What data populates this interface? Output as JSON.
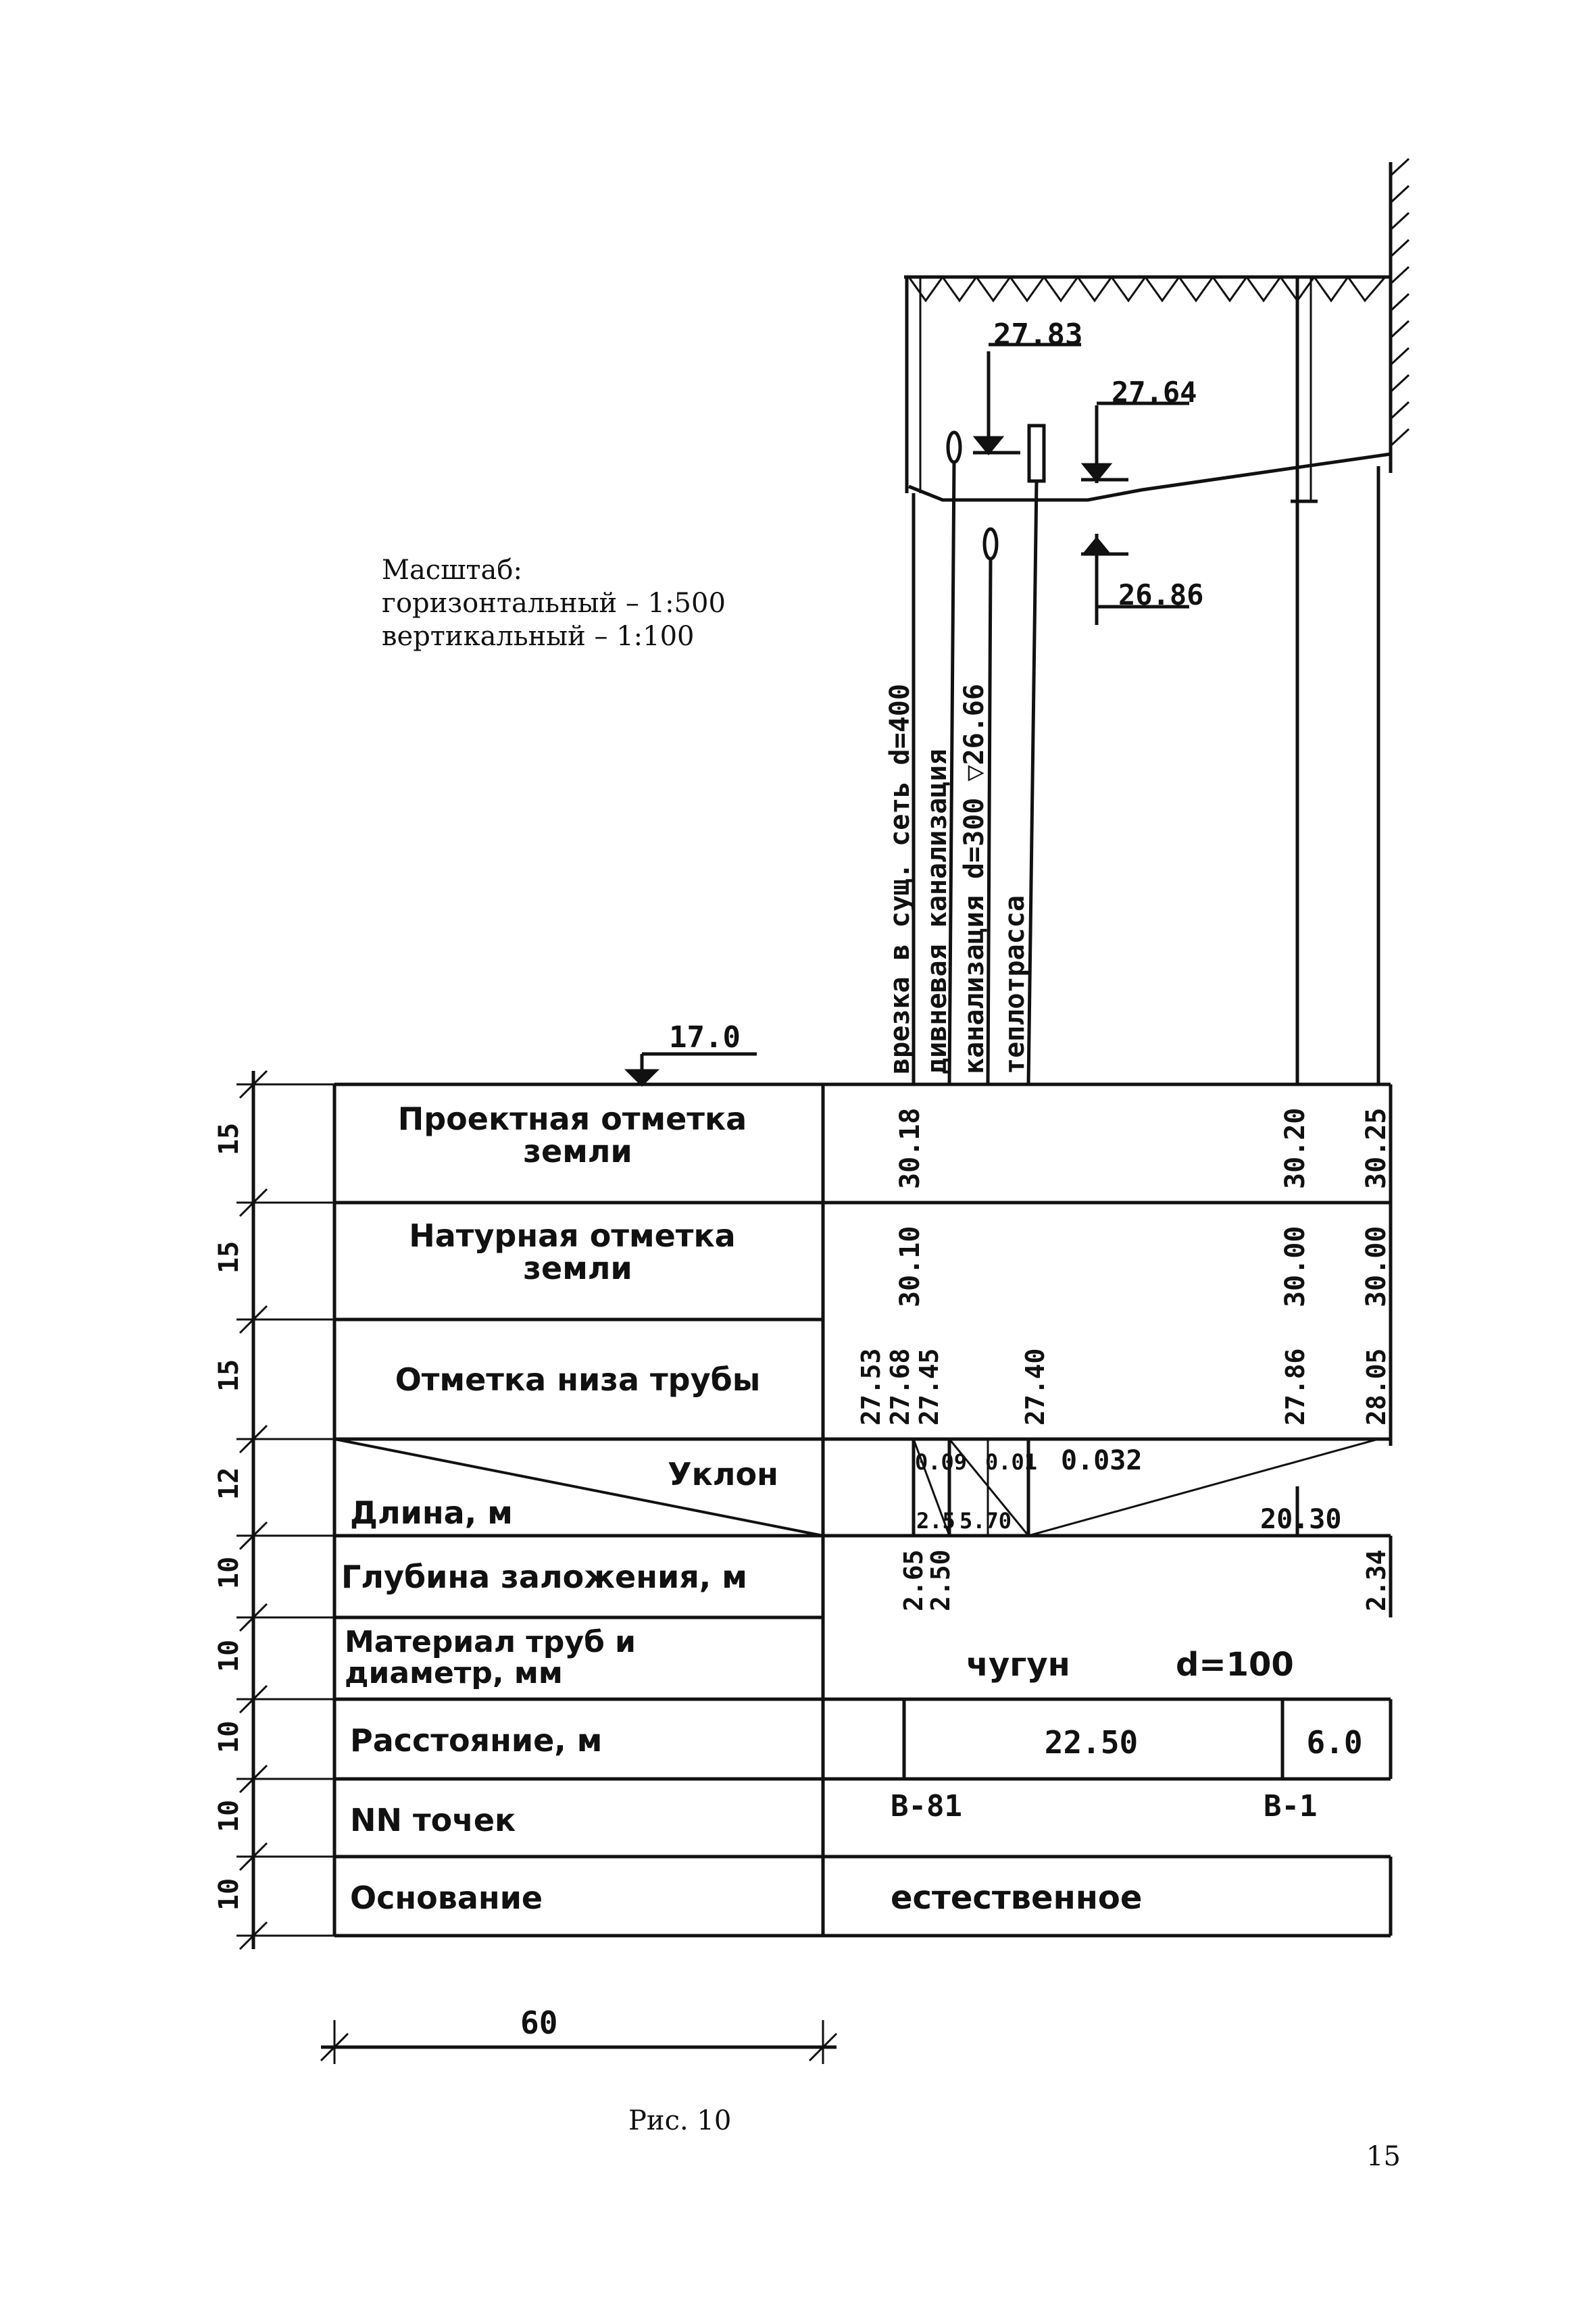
{
  "scale": {
    "title": "Масштаб:",
    "horizontal": "горизонтальный  –  1:500",
    "vertical": "вертикальный     –  1:100"
  },
  "profile": {
    "elevations": [
      "27.83",
      "27.64",
      "26.86"
    ],
    "offset_label": "17.0",
    "network_labels": [
      "врезка в сущ. сеть  d=400",
      "дивневая канализация",
      "канализация  d=300 ▽26.66",
      "теплотрасса"
    ]
  },
  "table": {
    "rows": [
      {
        "label": "Проектная отметка\nземли",
        "values": [
          "30.18",
          "30.20",
          "30.25"
        ]
      },
      {
        "label": "Натурная отметка\nземли",
        "values": [
          "30.10",
          "30.00",
          "30.00"
        ]
      },
      {
        "label": "Отметка низа трубы",
        "values": [
          "27.53",
          "27.68",
          "27.45",
          "27.40",
          "27.86",
          "28.05"
        ]
      },
      {
        "label_top": "Уклон",
        "label_bottom": "Длина, м",
        "slopes": [
          "0.09",
          "0.01",
          "0.032"
        ],
        "lengths": [
          "2.5",
          "5.70",
          "20.30"
        ]
      },
      {
        "label": "Глубина заложения, м",
        "values": [
          "2.65",
          "2.50",
          "2.34"
        ]
      },
      {
        "label": "Материал труб и\nдиаметр, мм",
        "material": "чугун",
        "diameter": "d=100"
      },
      {
        "label": "Расстояние, м",
        "distances": [
          "22.50",
          "6.0"
        ]
      },
      {
        "label": "NN точек",
        "points": [
          "В-81",
          "В-1"
        ]
      },
      {
        "label": "Основание",
        "base": "естественное"
      }
    ],
    "row_heights_labels": [
      "15",
      "15",
      "15",
      "12",
      "10",
      "10",
      "10",
      "10",
      "10"
    ],
    "width_label": "60"
  },
  "caption": "Рис. 10",
  "page_number": "15"
}
